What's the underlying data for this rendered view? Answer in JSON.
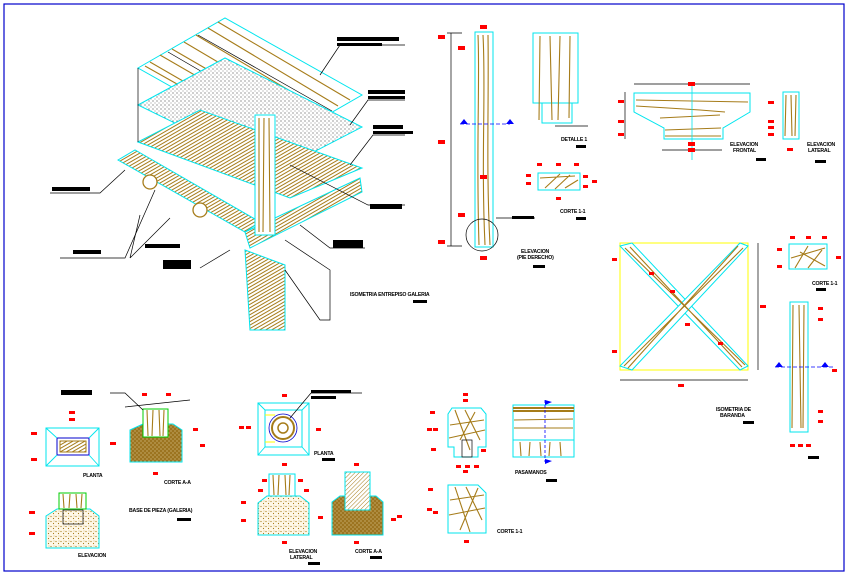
{
  "sheet": {
    "border_color": "#0000cc",
    "colors": {
      "wood": "#a67c1a",
      "outline": "#00e5ee",
      "dimension_marks": "#ff0000",
      "section_markers": "#0000ff",
      "guide_square": "#ffff00",
      "concrete_fill": "#a67c1a"
    }
  },
  "drawings": {
    "isometric": {
      "title": "ISOMETRIA ENTREPISO GALERIA",
      "leaders": [
        "",
        "",
        "",
        "",
        "",
        "",
        "",
        ""
      ]
    },
    "post_elevation": {
      "title": "ELEVACION",
      "subtitle": "(PIE DERECHO)"
    },
    "detail_1": {
      "title": "DETALLE 1"
    },
    "post_section": {
      "title": "CORTE 1-1"
    },
    "bracket_front": {
      "title": "ELEVACION",
      "subtitle": "FRONTAL"
    },
    "bracket_side": {
      "title": "ELEVACION",
      "subtitle": "LATERAL"
    },
    "railing": {
      "title": "ISOMETRIA DE",
      "subtitle": "BARANDA"
    },
    "railing_section": {
      "title": "CORTE 1-1"
    },
    "base_plan": {
      "title": "PLANTA"
    },
    "base_section": {
      "title": "CORTE A-A"
    },
    "base_elevation": {
      "title": "ELEVACION"
    },
    "base_group": {
      "title": "BASE DE PIEZA (GALERIA)"
    },
    "base2_plan": {
      "title": "PLANTA"
    },
    "base2_elevation": {
      "title": "ELEVACION",
      "subtitle": "LATERAL"
    },
    "base2_section": {
      "title": "CORTE A-A"
    },
    "handrail": {
      "title": "PASAMANOS"
    },
    "handrail_section": {
      "title": "CORTE 1-1"
    }
  }
}
